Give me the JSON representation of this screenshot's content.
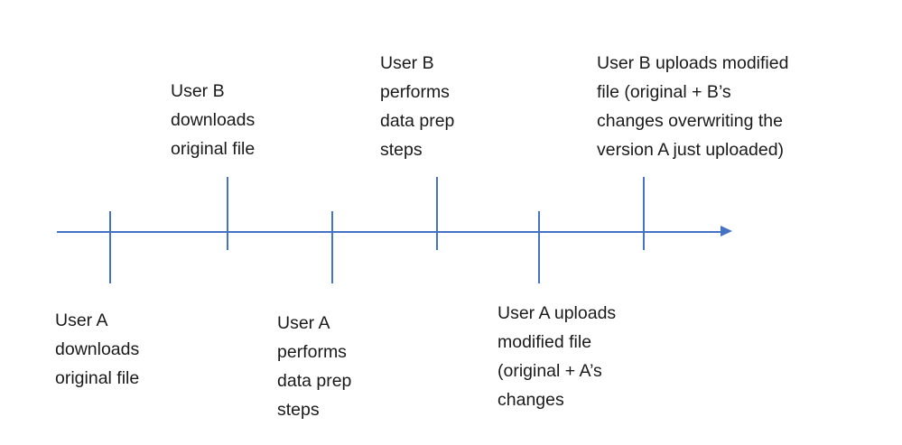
{
  "diagram": {
    "type": "timeline",
    "line_color": "#4472C4",
    "text_color": "#1a1a1a",
    "direction": "left-to-right",
    "events": {
      "above": [
        {
          "actor": "User B",
          "label": "User B\ndownloads\noriginal file"
        },
        {
          "actor": "User B",
          "label": "User B\nperforms\ndata prep\nsteps"
        },
        {
          "actor": "User B",
          "label": "User B uploads modified\nfile (original + B’s\nchanges overwriting the\nversion A just uploaded)"
        }
      ],
      "below": [
        {
          "actor": "User A",
          "label": "User A\ndownloads\noriginal file"
        },
        {
          "actor": "User A",
          "label": "User A\nperforms\ndata prep\nsteps"
        },
        {
          "actor": "User A",
          "label": "User A uploads\nmodified file\n(original + A’s\nchanges"
        }
      ]
    }
  }
}
